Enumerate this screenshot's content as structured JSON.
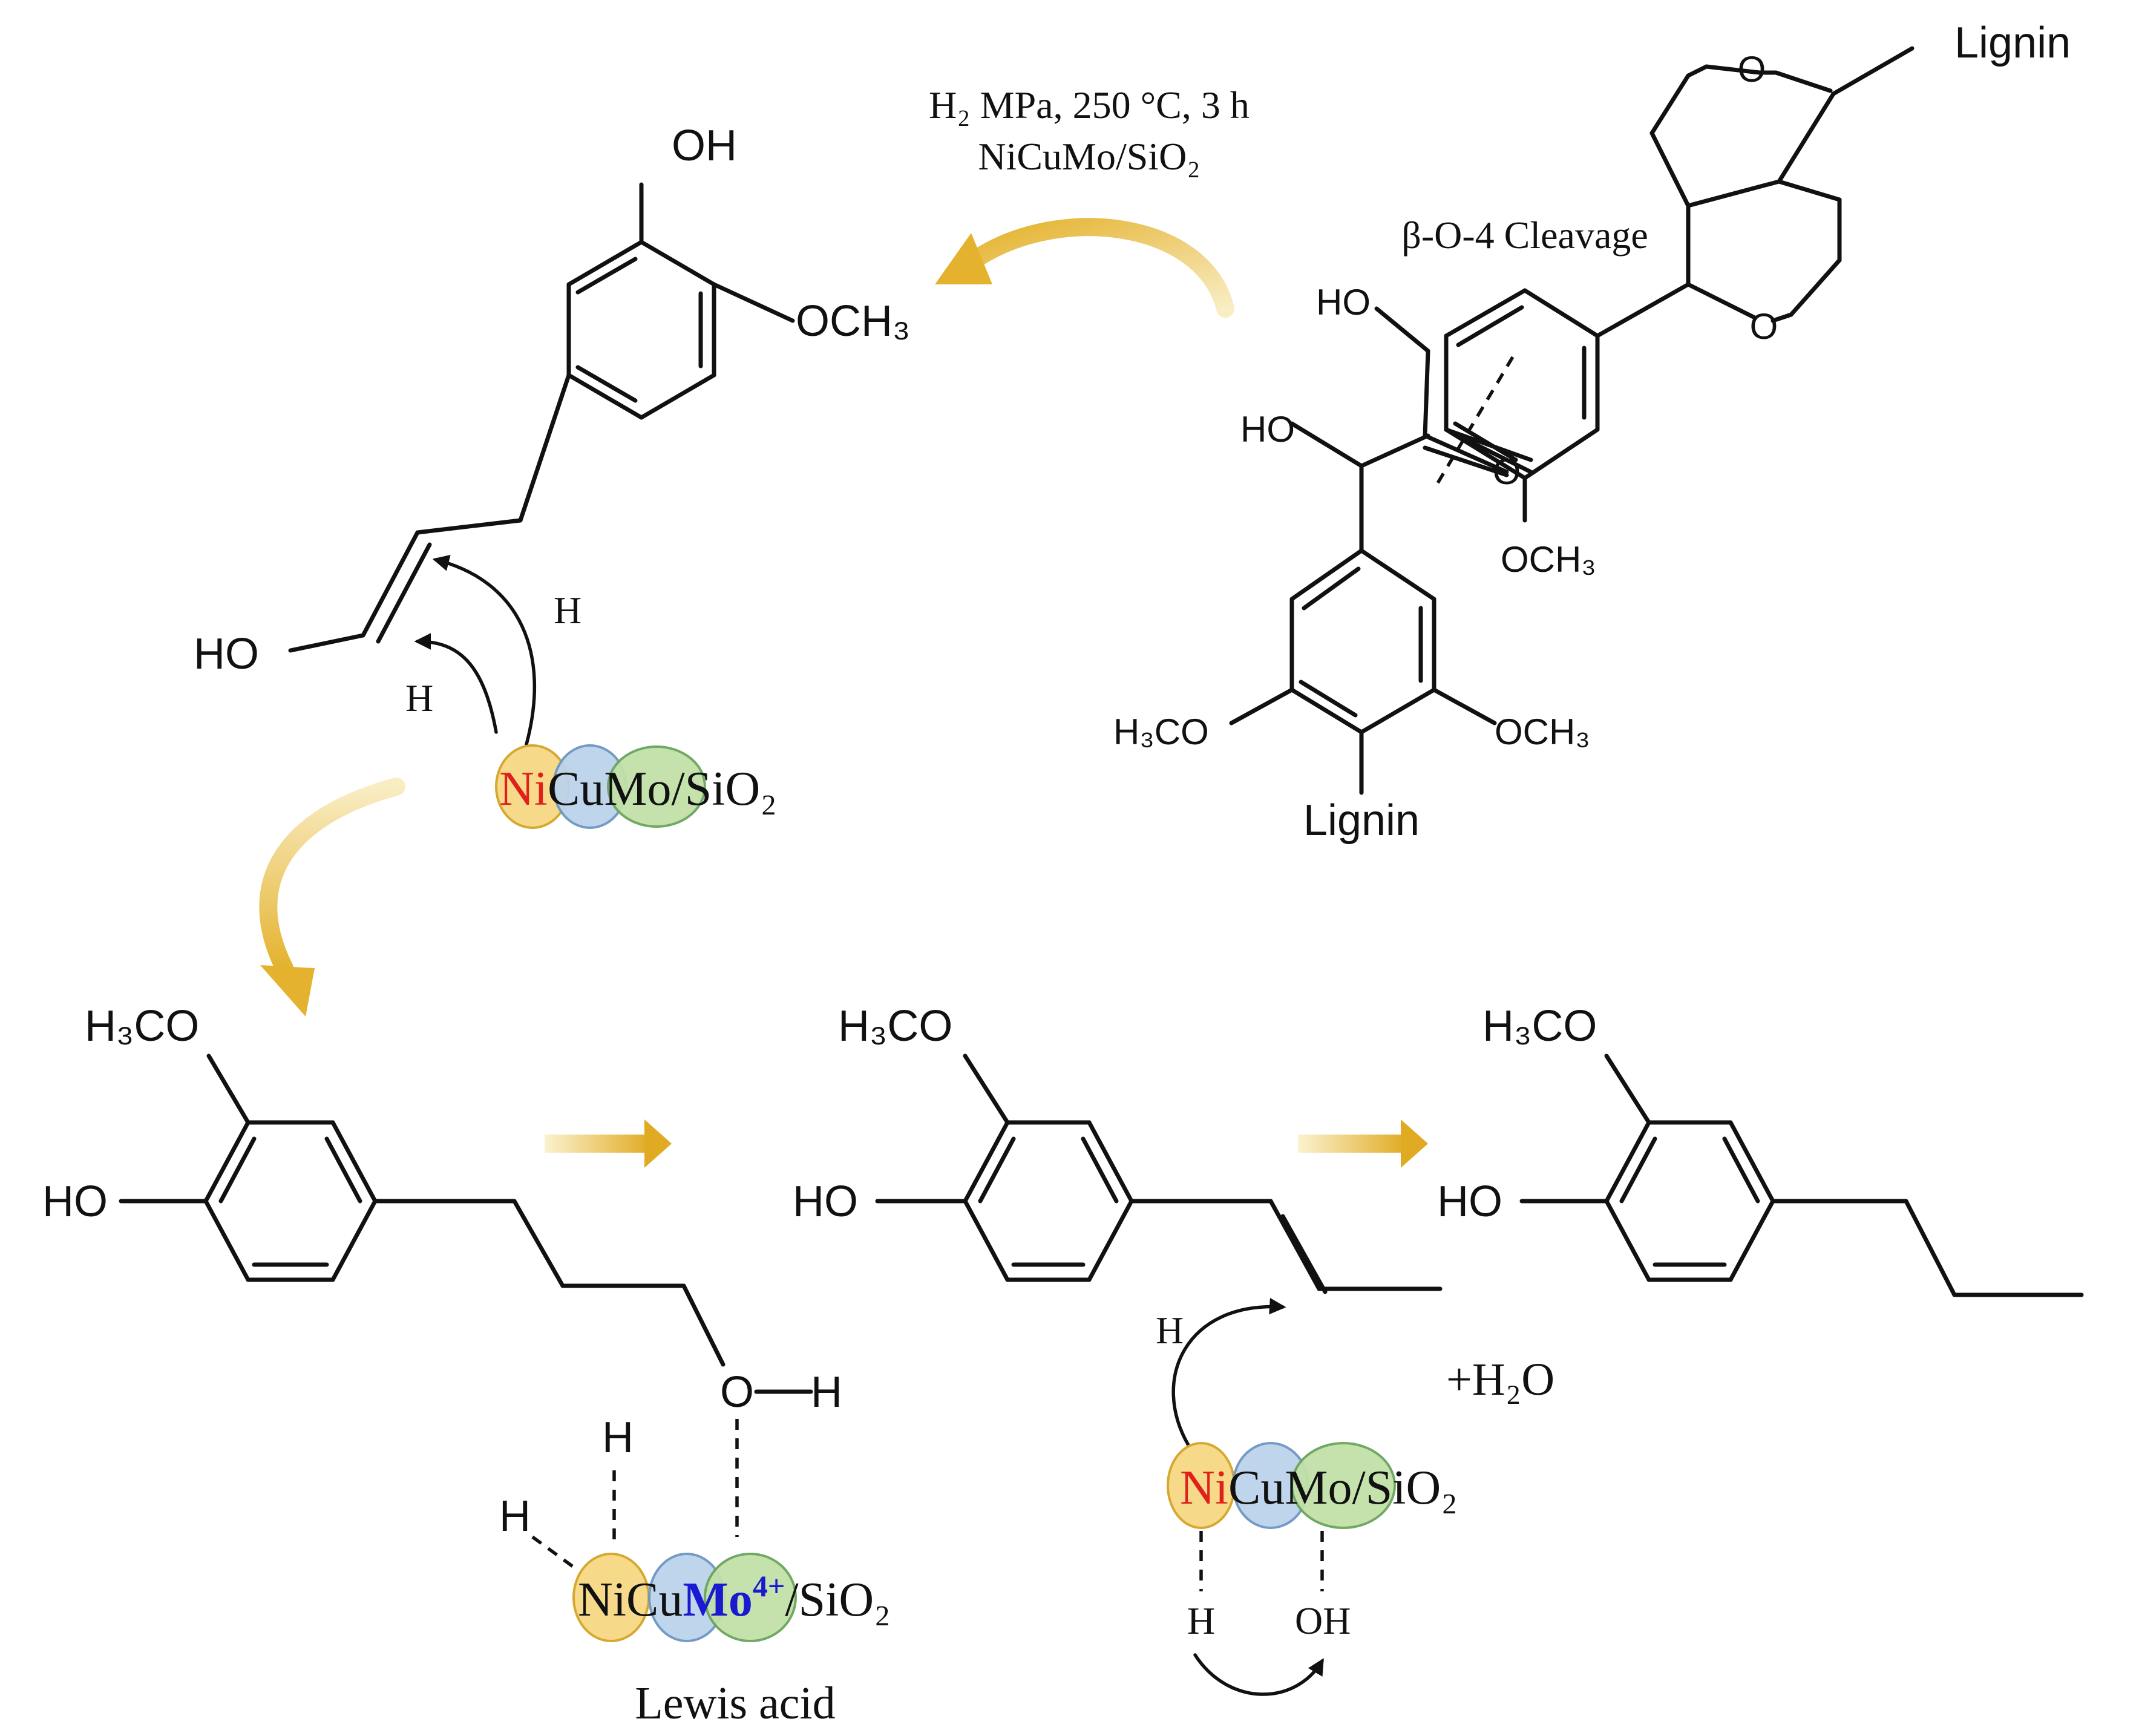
{
  "reaction_conditions": {
    "line1": "H₂ MPa, 250 °C, 3 h",
    "line2": "NiCuMo/SiO₂"
  },
  "cleavage_label": "β-O-4 Cleavage",
  "lignin_label": "Lignin",
  "atoms": {
    "oh": "OH",
    "ho": "HO",
    "och3": "OCH₃",
    "h3co": "H₃CO",
    "o": "O",
    "h": "H"
  },
  "catalyst": {
    "ni": "Ni",
    "cu": "Cu",
    "mo": "Mo",
    "mo_charge": "4+",
    "support": "/SiO₂",
    "ni_color": "#e0201b",
    "mo_color": "#1a1ad0"
  },
  "water_label": "+H₂O",
  "water_color": "#2a8a86",
  "lewis_acid_label": "Lewis acid",
  "lewis_acid_color": "#1a1ad0",
  "colors": {
    "ni_sphere": "#f7d98a",
    "cu_sphere": "#bcd3ea",
    "mo_sphere": "#c2e0a8",
    "arrow_gold": "#e7b93a"
  }
}
